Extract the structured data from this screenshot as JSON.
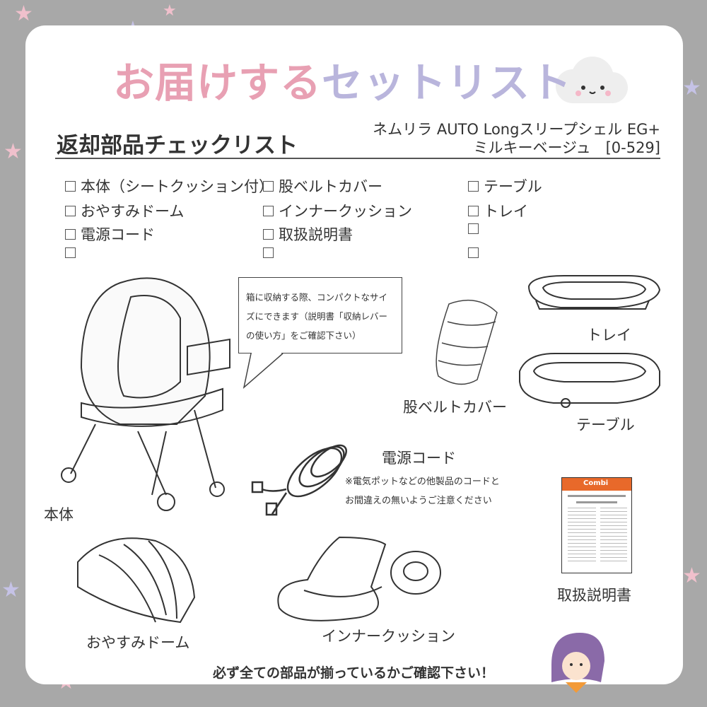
{
  "header": {
    "title_pink": "お届けする",
    "title_lilac": "セットリスト",
    "subtitle": "返却部品チェックリスト",
    "product_line1": "ネムリラ AUTO Longスリープシェル EG+",
    "product_line2": "ミルキーベージュ　[0-529]"
  },
  "checklist": [
    [
      "本体（シートクッション付）",
      "おやすみドーム",
      "電源コード",
      ""
    ],
    [
      "股ベルトカバー",
      "インナークッション",
      "取扱説明書",
      ""
    ],
    [
      "テーブル",
      "トレイ",
      "",
      ""
    ]
  ],
  "labels": {
    "body": "本体",
    "crotch": "股ベルトカバー",
    "tray": "トレイ",
    "table": "テーブル",
    "cord": "電源コード",
    "manual": "取扱説明書",
    "dome": "おやすみドーム",
    "cushion": "インナークッション"
  },
  "bubble": "箱に収納する際、コンパクトなサイズにできます（説明書「収納レバーの使い方」をご確認下さい）",
  "cord_note": [
    "※電気ポットなどの他製品のコードと",
    "お間違えの無いようご注意ください"
  ],
  "manual_cover": {
    "brand": "Combi"
  },
  "footer": "必ず全ての部品が揃っているかご確認下さい！",
  "colors": {
    "background": "#a8a8a8",
    "pink": "#e8a0b3",
    "lilac": "#b9b5dc",
    "manual_orange": "#e8692a"
  }
}
